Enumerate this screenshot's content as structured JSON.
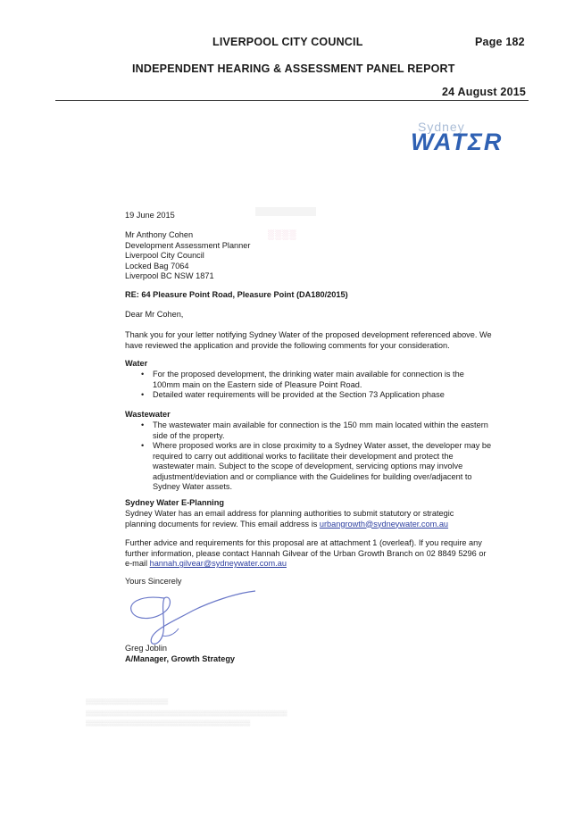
{
  "header": {
    "council": "LIVERPOOL CITY COUNCIL",
    "page": "Page 182",
    "report": "INDEPENDENT HEARING & ASSESSMENT PANEL REPORT",
    "date": "24 August 2015"
  },
  "logo": {
    "line1": "Sydney",
    "line2": "WATΣR"
  },
  "letter": {
    "date": "19 June 2015",
    "addressee": [
      "Mr Anthony Cohen",
      "Development Assessment Planner",
      "Liverpool City Council",
      "Locked Bag 7064",
      "Liverpool BC NSW 1871"
    ],
    "subject": "RE: 64 Pleasure Point Road, Pleasure Point (DA180/2015)",
    "salutation": "Dear Mr Cohen,",
    "intro": "Thank you for your letter notifying Sydney Water of the proposed development referenced above. We have reviewed the application and provide the following comments for your consideration.",
    "water": {
      "heading": "Water",
      "items": [
        "For the proposed development, the drinking water main available for connection is the 100mm main on the Eastern side of Pleasure Point Road.",
        "Detailed water requirements will be provided at the Section 73 Application phase"
      ]
    },
    "wastewater": {
      "heading": "Wastewater",
      "items": [
        "The wastewater main available for connection is the 150 mm main located within the eastern side of the property.",
        "Where proposed works are in close proximity to a Sydney Water asset, the developer may be required to carry out additional works to facilitate their development and protect the wastewater main. Subject to the scope of development, servicing options may involve adjustment/deviation and or compliance with the Guidelines for building over/adjacent to Sydney Water assets."
      ]
    },
    "eplanning": {
      "heading": "Sydney Water E-Planning",
      "text": "Sydney Water has an email address for planning authorities to submit statutory or strategic planning documents for review. This email address is ",
      "email": "urbangrowth@sydneywater.com.au"
    },
    "further": {
      "text": "Further advice and requirements for this proposal are at attachment 1 (overleaf). If you require any further information, please contact Hannah Gilvear of the Urban Growth Branch on 02 8849 5296 or e-mail ",
      "email": "hannah.gilvear@sydneywater.com.au"
    },
    "closing": "Yours Sincerely",
    "signatory": "Greg Joblin",
    "title": "A/Manager, Growth Strategy"
  },
  "colors": {
    "brand": "#2f61b3",
    "link": "#2d3fa0",
    "signature": "#6a78c8"
  }
}
